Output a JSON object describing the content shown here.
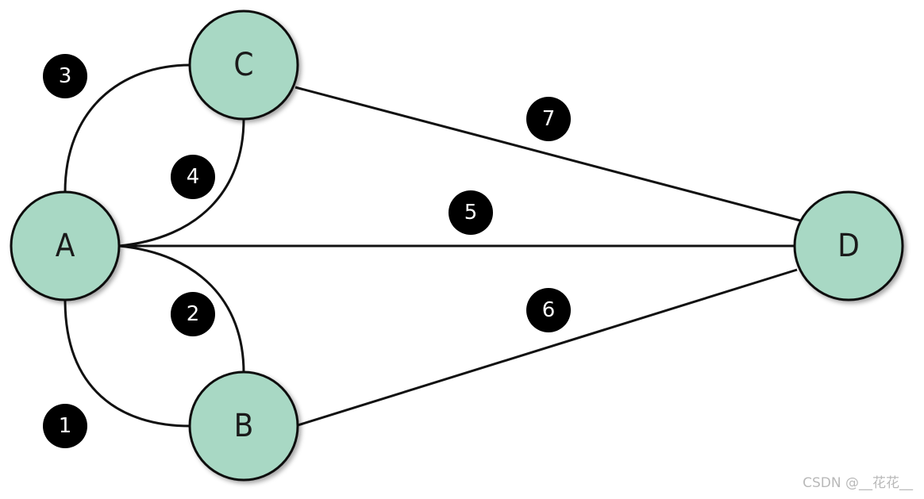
{
  "colors": {
    "node_fill": "#a8d8c4",
    "node_stroke": "#111111",
    "badge_fill": "#000000",
    "badge_text": "#ffffff"
  },
  "nodes": {
    "a": "A",
    "b": "B",
    "c": "C",
    "d": "D"
  },
  "edges": {
    "e1": "1",
    "e2": "2",
    "e3": "3",
    "e4": "4",
    "e5": "5",
    "e6": "6",
    "e7": "7"
  },
  "watermark": "CSDN @__花花__"
}
